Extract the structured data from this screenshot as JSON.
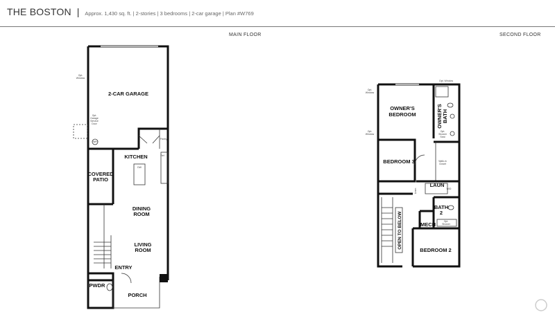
{
  "header": {
    "title": "THE BOSTON",
    "separator": "|",
    "details": "Approx. 1,430 sq. ft. | 2-stories | 3 bedrooms | 2-car garage | Plan #W769"
  },
  "main_floor": {
    "label": "MAIN FLOOR",
    "rooms": {
      "garage": "2-CAR GARAGE",
      "kitchen": "KITCHEN",
      "covered_patio_1": "COVERED",
      "covered_patio_2": "PATIO",
      "dining_1": "DINING",
      "dining_2": "ROOM",
      "living_1": "LIVING",
      "living_2": "ROOM",
      "entry": "ENTRY",
      "pwdr": "PWDR",
      "porch": "PORCH"
    },
    "notes": {
      "opt_window_1": "Opt.",
      "opt_window_2": "Window",
      "service_door_1": "Opt.",
      "service_door_2": "Garage",
      "service_door_3": "Service",
      "service_door_4": "Door",
      "wh": "WH",
      "pantry": "Pantry",
      "ref": "Ref",
      "dw": "DW"
    }
  },
  "second_floor": {
    "label": "SECOND FLOOR",
    "rooms": {
      "owners_bedroom_1": "OWNER'S",
      "owners_bedroom_2": "BEDROOM",
      "owners_bath_1": "OWNER'S",
      "owners_bath_2": "BATH",
      "bedroom3": "BEDROOM 3",
      "laun": "LAUN",
      "bath2_1": "BATH",
      "bath2_2": "2",
      "mech": "MECH",
      "bedroom2": "BEDROOM 2",
      "open_to_below": "OPEN TO BELOW"
    },
    "notes": {
      "opt_window_top": "Opt. Window",
      "opt_window_1a": "Opt.",
      "opt_window_1b": "Window",
      "opt_window_2a": "Opt.",
      "opt_window_2b": "Window",
      "walkin_1": "Walk-in",
      "walkin_2": "Closet",
      "wd": "W/D",
      "linen": "Linen",
      "opt_shower_1": "Opt.",
      "opt_shower_2": "Shower",
      "opt_seat_1": "Opt.",
      "opt_seat_2": "Shower",
      "opt_seat_3": "Seat"
    }
  }
}
